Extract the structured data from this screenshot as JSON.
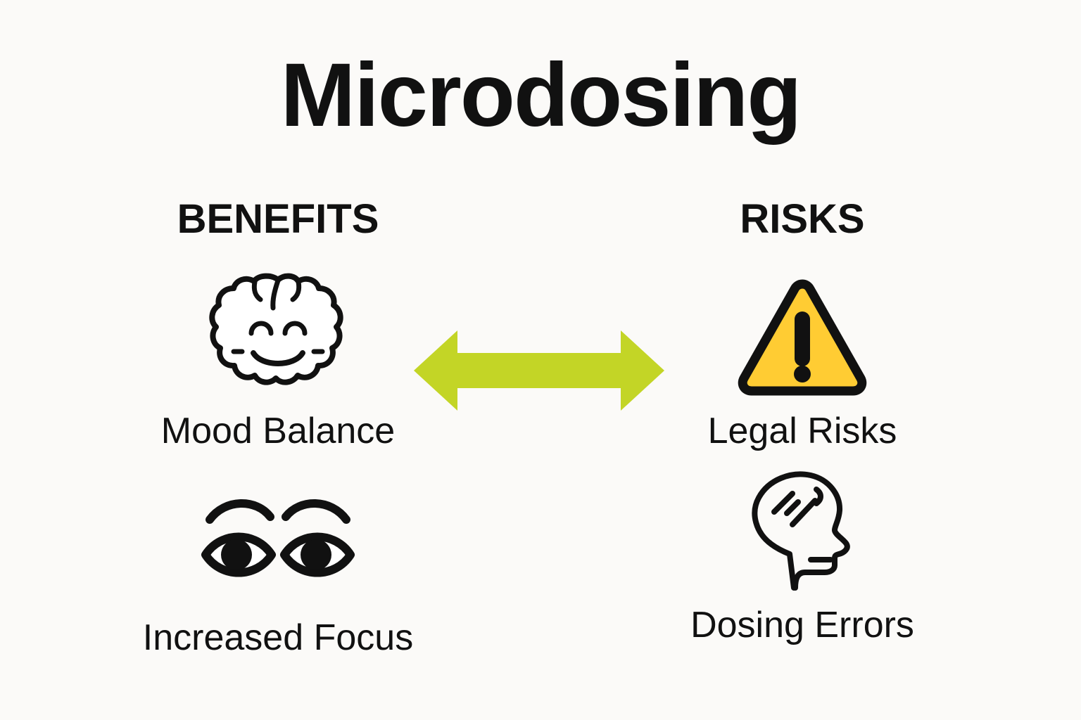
{
  "page": {
    "title": "Microdosing",
    "background_color": "#FBFAF8",
    "text_color": "#111111"
  },
  "columns": {
    "left": {
      "heading": "BENEFITS",
      "items": [
        {
          "icon": "smiling-brain-icon",
          "label": "Mood Balance"
        },
        {
          "icon": "eyes-icon",
          "label": "Increased Focus"
        }
      ]
    },
    "right": {
      "heading": "RISKS",
      "items": [
        {
          "icon": "warning-triangle-icon",
          "label": "Legal Risks"
        },
        {
          "icon": "head-profile-icon",
          "label": "Dosing Errors"
        }
      ]
    }
  },
  "connector": {
    "icon": "double-headed-arrow-icon",
    "color": "#C3D526",
    "direction": "bidirectional-horizontal"
  },
  "colors": {
    "warning_fill": "#FFCC33",
    "warning_stroke": "#111111",
    "arrow": "#C3D526",
    "line_art": "#111111",
    "background": "#FBFAF8"
  }
}
